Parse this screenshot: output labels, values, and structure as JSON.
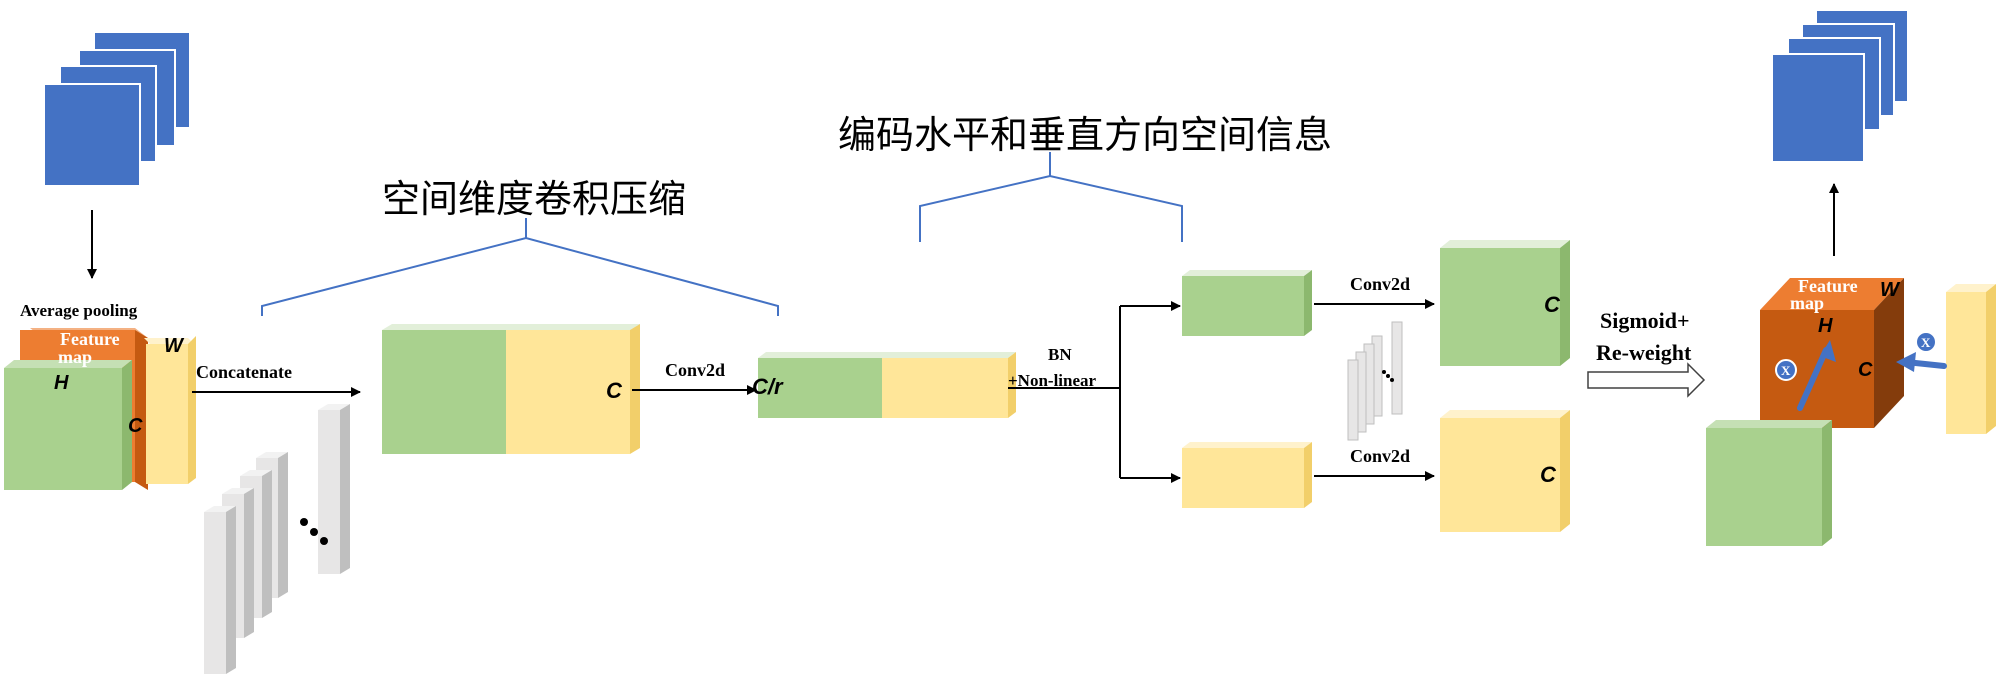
{
  "annotations": {
    "spatial_compress": "空间维度卷积压缩",
    "encode_info": "编码水平和垂直方向空间信息"
  },
  "labels": {
    "average_pooling": "Average pooling",
    "feature_map": "Feature map",
    "feature_map_line1": "Feature",
    "feature_map_line2": "map",
    "concatenate": "Concatenate",
    "conv2d": "Conv2d",
    "bn": "BN",
    "non_linear": "+Non-linear",
    "sigmoid": "Sigmoid+",
    "reweight": "Re-weight",
    "multiply": "X"
  },
  "dims": {
    "H": "H",
    "W": "W",
    "C": "C",
    "C_r": "C/r"
  },
  "colors": {
    "blue": "#4472C4",
    "blue_edge": "#2F528F",
    "green": "#A9D18E",
    "green_dark": "#8CB86E",
    "yellow": "#FFE699",
    "yellow_dark": "#F2CF6A",
    "orange": "#ED7D31",
    "orange_front": "#C55A11",
    "orange_dark": "#843C0C",
    "gray": "#E7E6E6",
    "gray_dark": "#BFBFBF",
    "bracket": "#4472C4"
  }
}
